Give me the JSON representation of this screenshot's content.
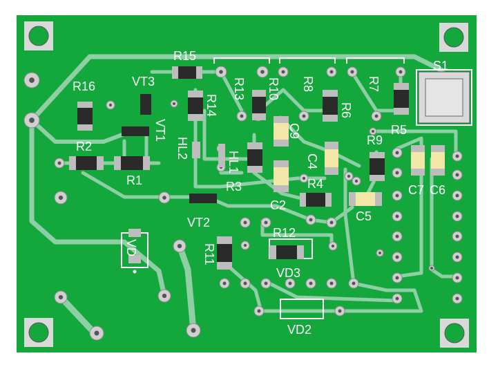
{
  "board": {
    "colors": {
      "background": "#ffffff",
      "copper_fill": "#14a83c",
      "trace": "#8fcfa5",
      "pad": "#d0d0d0",
      "pad_shadow": "#8a8a8a",
      "mounting_square": "#d9d9d9",
      "silkscreen": "#ffffff",
      "smd_body": "#2a2a2a",
      "smd_end": "#bdbdbd",
      "smd_capacitor": "#f2e6a8"
    },
    "labels": {
      "r15": "R15",
      "vt3": "VT3",
      "r16": "R16",
      "r13": "R13",
      "r14": "R14",
      "r10": "R10",
      "r8": "R8",
      "r6": "R6",
      "r7": "R7",
      "s1": "S1",
      "r5": "R5",
      "r2": "R2",
      "vt1": "VT1",
      "hl2": "HL2",
      "c9": "C9",
      "r9": "R9",
      "hl1": "HL1",
      "c4": "C4",
      "r1": "R1",
      "r3": "R3",
      "r4": "R4",
      "c7": "C7",
      "c6": "C6",
      "c2": "C2",
      "c5": "C5",
      "vt2": "VT2",
      "r12": "R12",
      "r11": "R11",
      "vd": "VD",
      "vd3": "VD3",
      "vd2": "VD2"
    }
  }
}
